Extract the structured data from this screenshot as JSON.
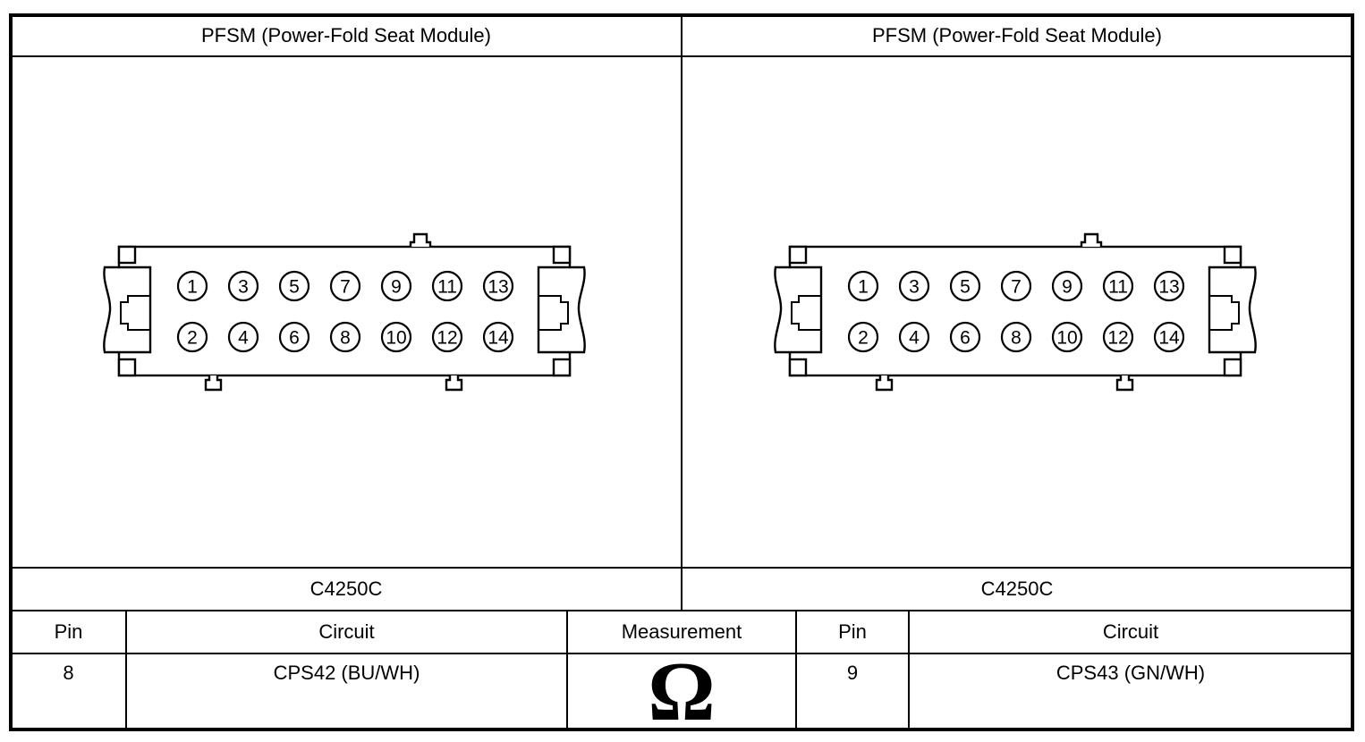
{
  "sheet": {
    "left": {
      "module_title": "PFSM (Power-Fold Seat Module)",
      "connector_label": "C4250C",
      "row": {
        "pin": "8",
        "circuit": "CPS42 (BU/WH)"
      }
    },
    "right": {
      "module_title": "PFSM (Power-Fold Seat Module)",
      "connector_label": "C4250C",
      "row": {
        "pin": "9",
        "circuit": "CPS43 (GN/WH)"
      }
    },
    "table_headers": {
      "pin": "Pin",
      "circuit": "Circuit",
      "measurement": "Measurement"
    },
    "measurement_symbol": "Ω",
    "connector_pins": {
      "top_row": [
        "1",
        "3",
        "5",
        "7",
        "9",
        "11",
        "13"
      ],
      "bottom_row": [
        "2",
        "4",
        "6",
        "8",
        "10",
        "12",
        "14"
      ]
    },
    "colors": {
      "line": "#000000",
      "background": "#ffffff"
    }
  }
}
